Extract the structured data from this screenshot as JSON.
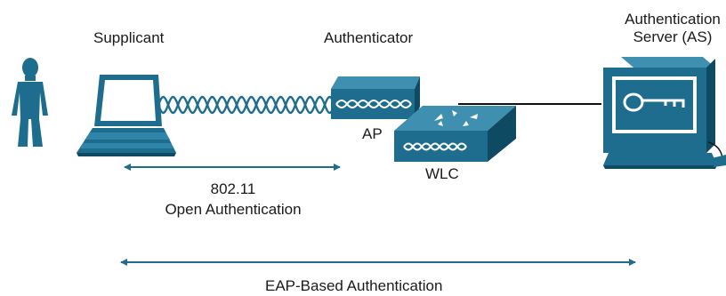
{
  "labels": {
    "supplicant": "Supplicant",
    "authenticator": "Authenticator",
    "as_line1": "Authentication",
    "as_line2": "Server (AS)",
    "ap": "AP",
    "wlc": "WLC",
    "open_line1": "802.11",
    "open_line2": "Open Authentication",
    "eap": "EAP-Based Authentication"
  },
  "colors": {
    "device": "#1f6d8e",
    "device_dark": "#0f4a63",
    "device_light": "#3f8fb0",
    "arrow": "#1f6d8e",
    "text": "#1a1a1a"
  },
  "icons": [
    "person-icon",
    "laptop-icon",
    "wireless-signal-icon",
    "access-point-icon",
    "wlc-icon",
    "server-icon",
    "key-icon"
  ]
}
